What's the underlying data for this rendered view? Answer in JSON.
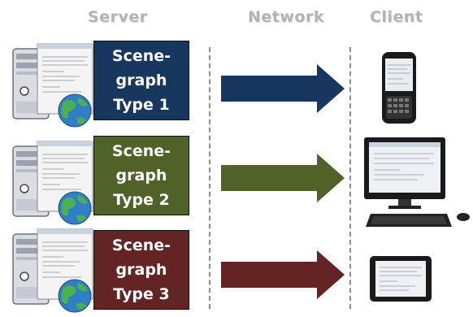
{
  "headers": {
    "server": "Server",
    "network": "Network",
    "client": "Client"
  },
  "rows": [
    {
      "line1": "Scene-graph",
      "line2": "Type 1",
      "color": "#17375e",
      "client": "smartphone"
    },
    {
      "line1": "Scene-graph",
      "line2": "Type 2",
      "color": "#4f6228",
      "client": "desktop computer"
    },
    {
      "line1": "Scene-graph",
      "line2": "Type 3",
      "color": "#632523",
      "client": "tablet"
    }
  ]
}
